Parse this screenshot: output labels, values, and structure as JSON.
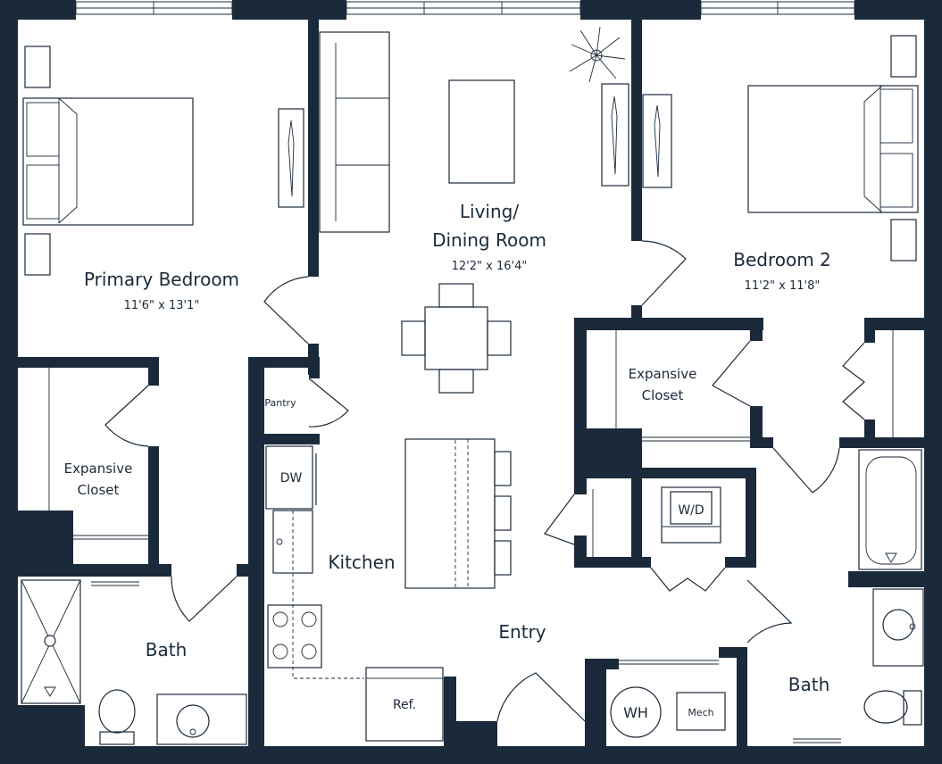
{
  "rooms": {
    "primary_bedroom": {
      "name": "Primary Bedroom",
      "size": "11'6\" x 13'1\""
    },
    "living_dining": {
      "name_line1": "Living/",
      "name_line2": "Dining Room",
      "size": "12'2\" x 16'4\""
    },
    "bedroom_2": {
      "name": "Bedroom 2",
      "size": "11'2\" x 11'8\""
    },
    "closet_left": {
      "line1": "Expansive",
      "line2": "Closet"
    },
    "closet_right": {
      "line1": "Expansive",
      "line2": "Closet"
    },
    "pantry": "Pantry",
    "kitchen": "Kitchen",
    "entry": "Entry",
    "bath_left": "Bath",
    "bath_right": "Bath"
  },
  "fixtures": {
    "dishwasher": "DW",
    "washer_dryer": "W/D",
    "refrigerator": "Ref.",
    "water_heater": "WH",
    "mechanical": "Mech"
  },
  "colors": {
    "wall": "#1b2a3a",
    "background": "#ffffff"
  }
}
